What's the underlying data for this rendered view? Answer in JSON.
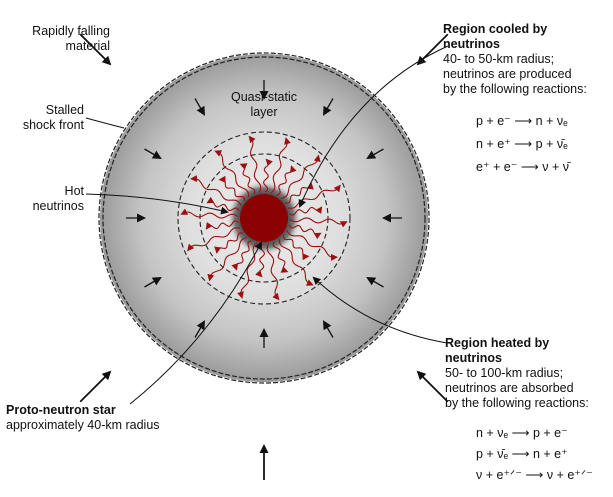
{
  "labels": {
    "falling": [
      "Rapidly falling",
      "material"
    ],
    "shock": [
      "Stalled",
      "shock front"
    ],
    "hot": [
      "Hot",
      "neutrinos"
    ],
    "quasi": [
      "Quasi-static",
      "layer"
    ],
    "protostar_title": "Proto-neutron star",
    "protostar_desc": "approximately 40-km radius",
    "cooled_title": [
      "Region cooled by",
      "neutrinos"
    ],
    "cooled_desc": [
      "40- to 50-km radius;",
      "neutrinos are produced",
      "by the following reactions:"
    ],
    "heated_title": [
      "Region heated by",
      "neutrinos"
    ],
    "heated_desc": [
      "50- to 100-km radius;",
      "neutrinos are absorbed",
      "by the following reactions:"
    ]
  },
  "reactions_cooled": [
    {
      "lhs": "p + e⁻",
      "rhs": "n + νₑ"
    },
    {
      "lhs": "n + e⁺",
      "rhs": "p + ν̄ₑ"
    },
    {
      "lhs": "e⁺ + e⁻",
      "rhs": "ν + ν̄"
    }
  ],
  "reactions_heated": [
    {
      "lhs": "n + νₑ",
      "rhs": "p + e⁻"
    },
    {
      "lhs": "p + ν̄ₑ",
      "rhs": "n + e⁺"
    },
    {
      "lhs": "ν + e⁺ᐟ⁻",
      "rhs": "ν + e⁺ᐟ⁻"
    }
  ],
  "arrow_symbol": "⟶",
  "colors": {
    "core": "#8b0000",
    "neutrino": "#9b1111",
    "ink": "#111111"
  }
}
